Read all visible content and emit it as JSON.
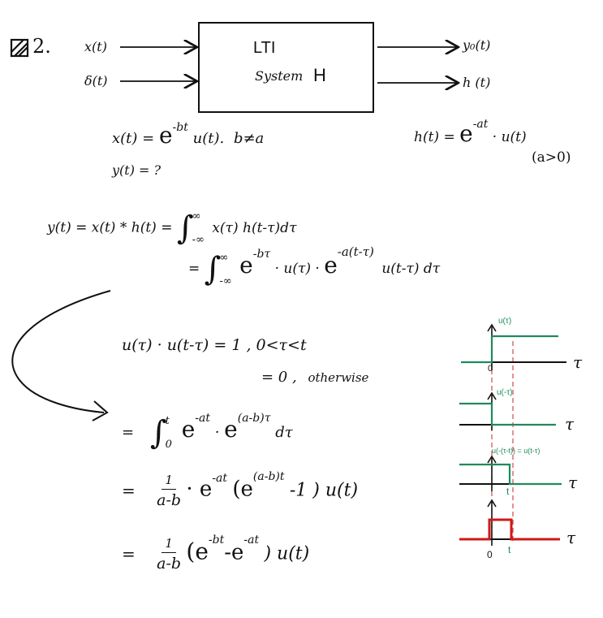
{
  "problem": {
    "number": "2.",
    "icon": "crossed-box-icon"
  },
  "block_diagram": {
    "inputs": [
      "x(t)",
      "δ(t)"
    ],
    "outputs": [
      "y₀(t)",
      "h (t)"
    ],
    "box_line1": "LTI",
    "box_line2": "System",
    "box_symbol": "H"
  },
  "given": {
    "x_lhs": "x(t) =",
    "x_base": "e",
    "x_exp": "-bt",
    "x_rest": "u(t).",
    "x_cond": "b≠a",
    "y_query": "y(t) = ?",
    "h_lhs": "h(t) =",
    "h_base": "e",
    "h_exp": "-at",
    "h_rest": "· u(t)",
    "h_cond": "(a>0)"
  },
  "derivation": {
    "line1_lhs": "y(t) = x(t) * h(t) =",
    "line1_upper": "∞",
    "line1_lower": "-∞",
    "line1_integrand": "x(τ) h(t-τ)dτ",
    "line2_eq": "=",
    "line2_upper": "∞",
    "line2_lower": "-∞",
    "line2_base1": "e",
    "line2_exp1": "-bτ",
    "line2_mid": "· u(τ) ·",
    "line2_base2": "e",
    "line2_exp2": "-a(t-τ)",
    "line2_tail": "u(t-τ) dτ"
  },
  "condition": {
    "line1": "u(τ) · u(t-τ) = 1 ,  0<τ<t",
    "line2_value": "= 0 ,",
    "line2_word": "otherwise"
  },
  "result": {
    "step1_eq": "=",
    "step1_upper": "t",
    "step1_lower": "0",
    "step1_base1": "e",
    "step1_exp1": "-at",
    "step1_dot": "·",
    "step1_base2": "e",
    "step1_exp2": "(a-b)τ",
    "step1_tail": "dτ",
    "step2_eq": "=",
    "step2_num": "1",
    "step2_den": "a-b",
    "step2_base1": "· e",
    "step2_exp1": "-at",
    "step2_open": "(e",
    "step2_exp2": "(a-b)t",
    "step2_close": "-1 ) u(t)",
    "step3_eq": "=",
    "step3_num": "1",
    "step3_den": "a-b",
    "step3_open": "(e",
    "step3_exp1": "-bt",
    "step3_minus": "-e",
    "step3_exp2": "-at",
    "step3_close": ") u(t)"
  },
  "plots": {
    "labels": [
      "u(τ)",
      "u(-τ)",
      "u(-(τ-t)) = u(t-τ)",
      ""
    ],
    "axis_var": "τ",
    "zero": "0",
    "t_label": "t",
    "green": "#1f8a5b",
    "red": "#d01818",
    "dashed": "#d04a4a"
  }
}
